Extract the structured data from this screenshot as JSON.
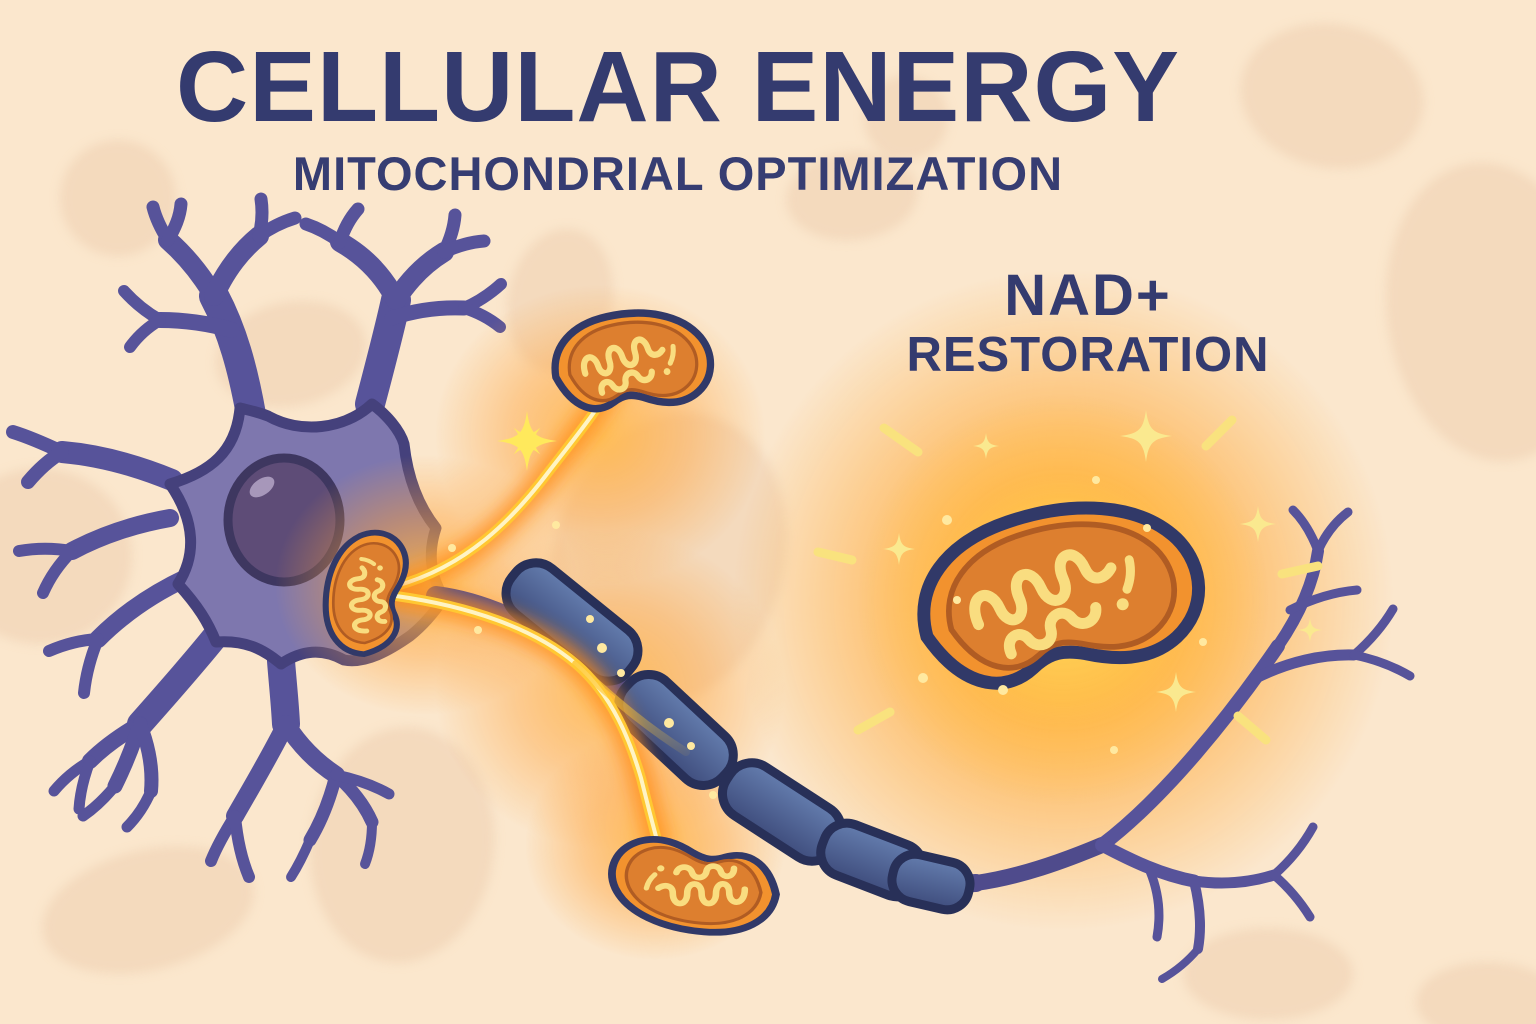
{
  "header": {
    "title": "CELLULAR ENERGY",
    "subtitle": "MITOCHONDRIAL OPTIMIZATION"
  },
  "callout": {
    "line1": "NAD+",
    "line2": "RESTORATION"
  },
  "colors": {
    "background": "#fbe7cd",
    "background_blob": "#f3d8bb",
    "heading_text": "#343b6f",
    "neuron_fill": "#7e77ae",
    "neuron_outline": "#45417c",
    "dendrite": "#57539a",
    "nucleus": "#5e4c77",
    "axon": "#4f4b8c",
    "myelin_fill": "#4c5f96",
    "myelin_outline": "#283058",
    "mitochondrion_orange": "#f2922e",
    "mitochondrion_inner": "#dd7f2f",
    "mitochondrion_outline": "#313968",
    "cristae_yellow": "#f9dd80",
    "energy_core": "#fff4c4",
    "energy_yellow": "#ffc832",
    "glow_orange": "#ffab3c",
    "sparkle_yellow": "#fae98f"
  }
}
